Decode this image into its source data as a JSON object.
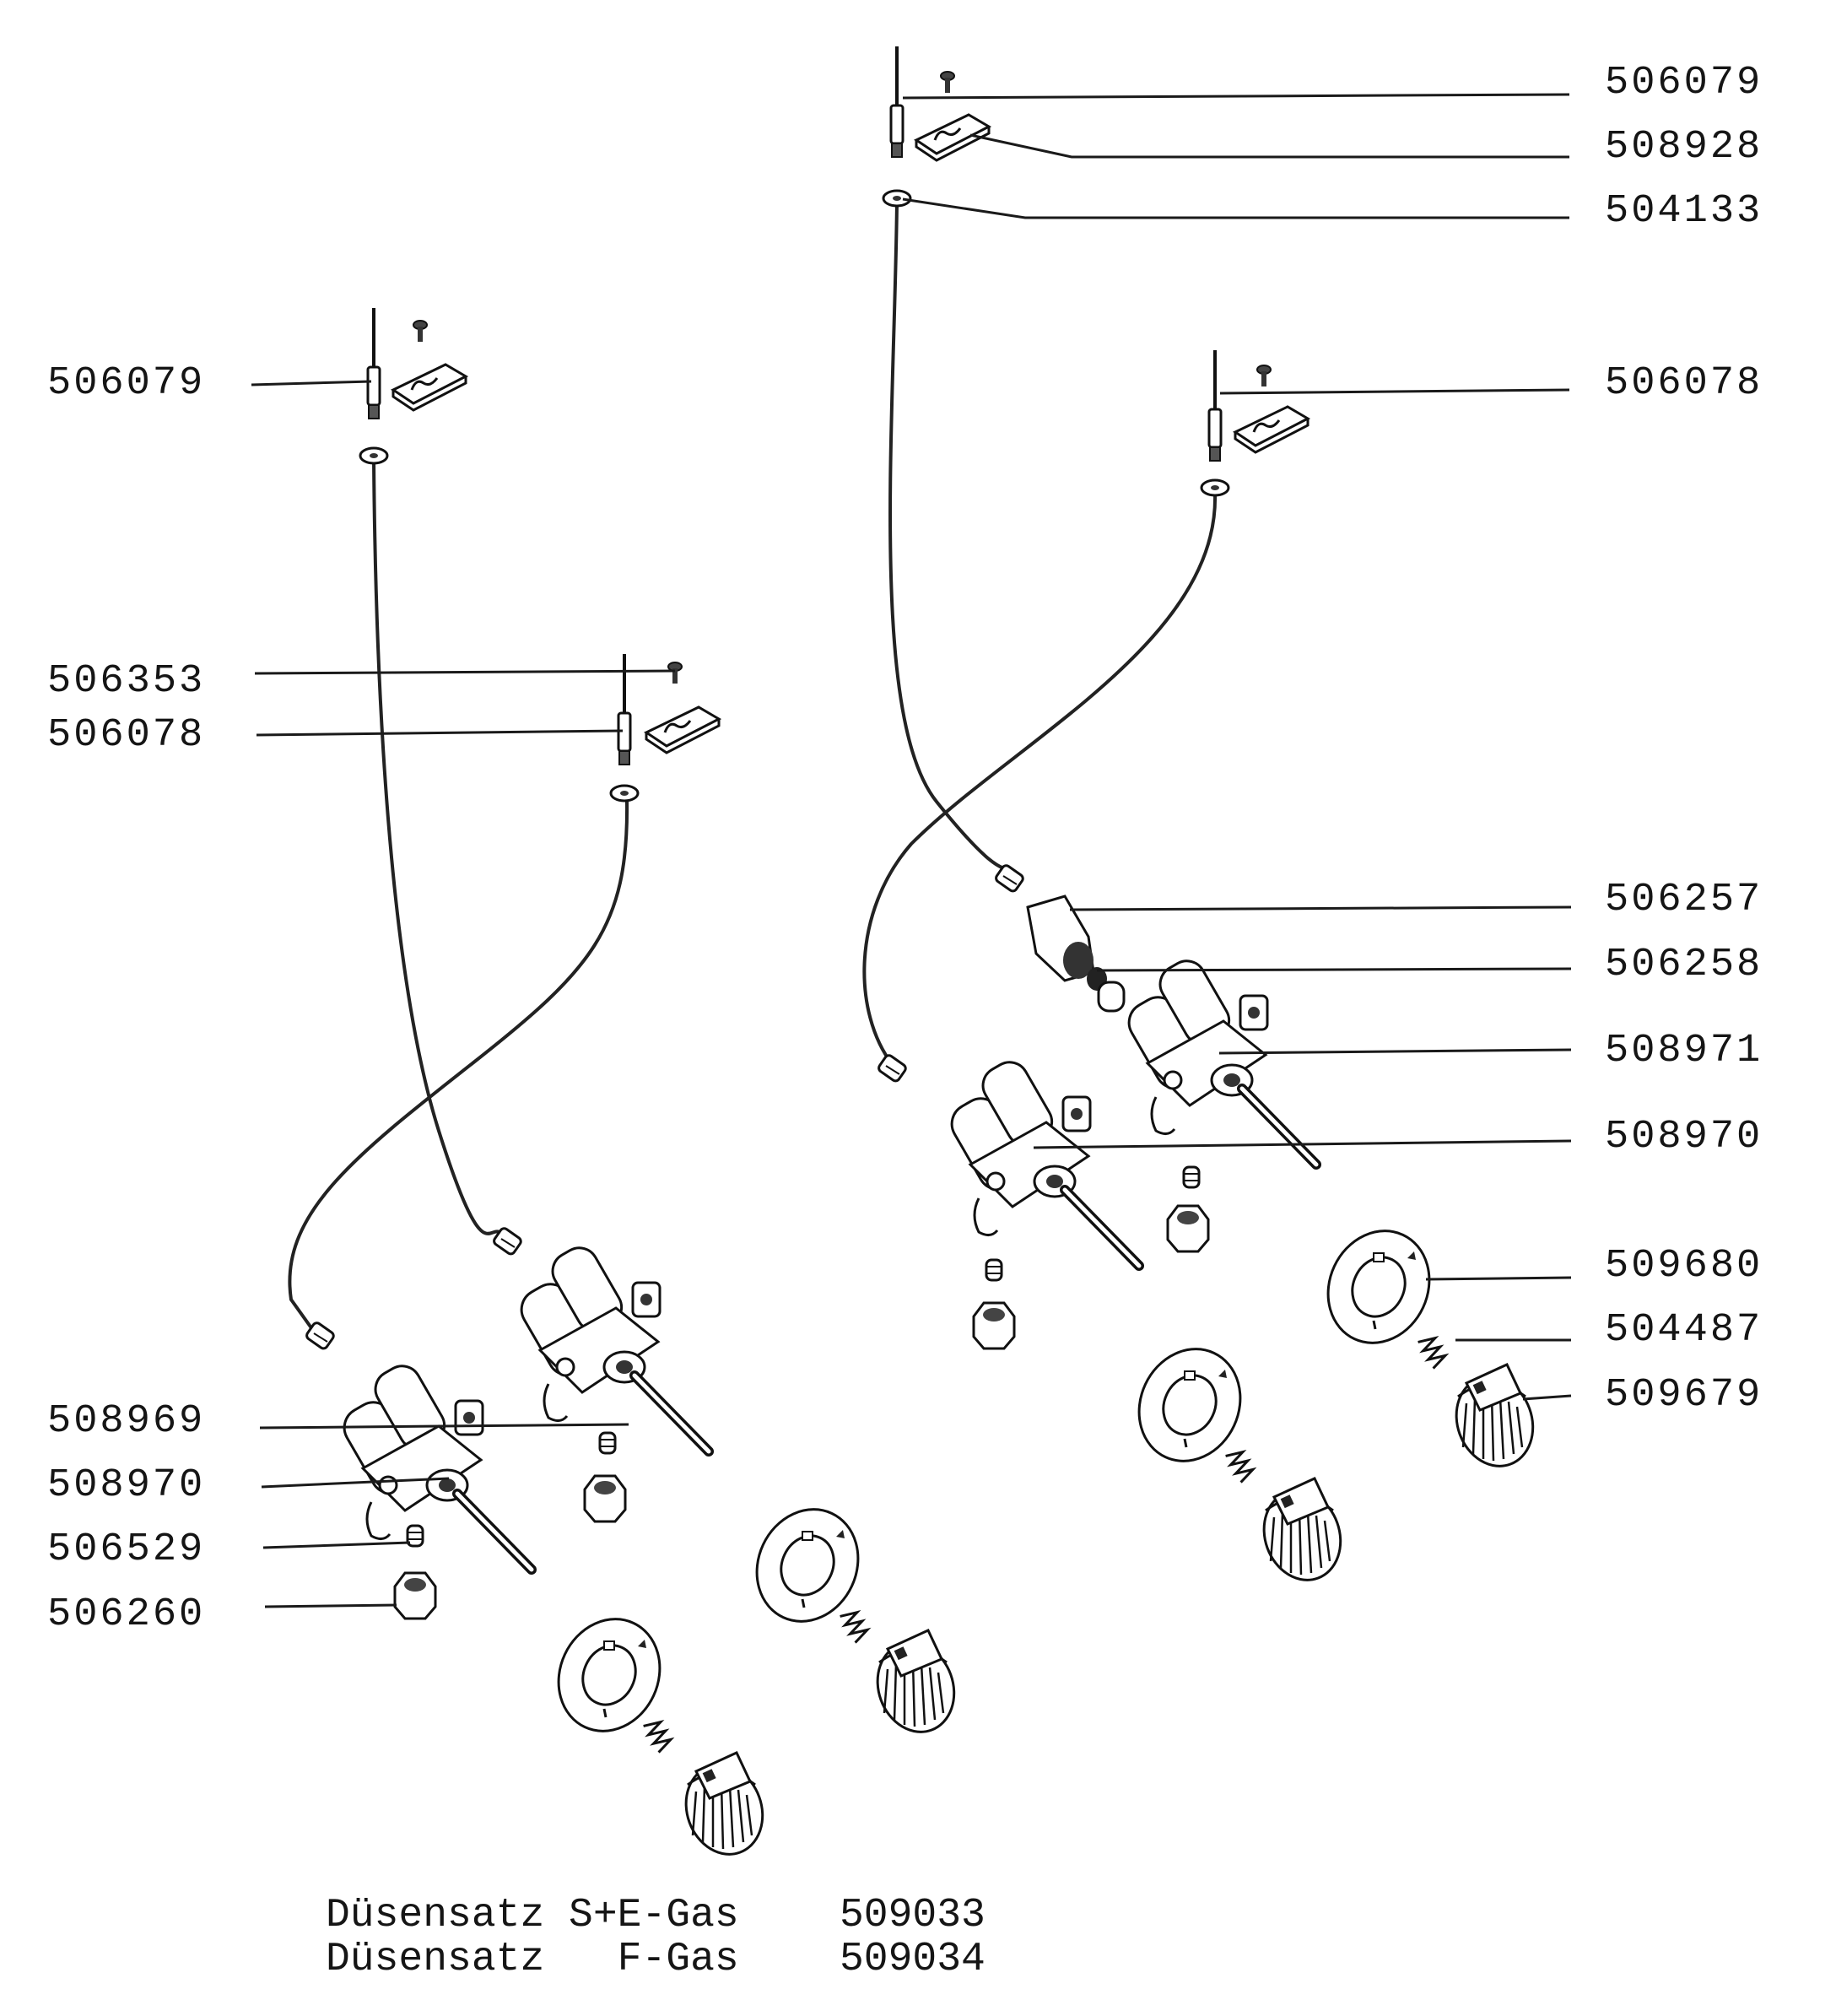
{
  "labels": {
    "r1": "506079",
    "r2": "508928",
    "r3": "504133",
    "r4": "506078",
    "r5": "506257",
    "r6": "506258",
    "r7": "508971",
    "r8": "508970",
    "r9": "509680",
    "r10": "504487",
    "r11": "509679",
    "l1": "506079",
    "l2": "506353",
    "l3": "506078",
    "l4": "508969",
    "l5": "508970",
    "l6": "506529",
    "l7": "506260"
  },
  "footer": {
    "line1_name": "Düsensatz S+E-Gas",
    "line1_number": "509033",
    "line2_name": "Düsensatz   F-Gas",
    "line2_number": "509034"
  }
}
